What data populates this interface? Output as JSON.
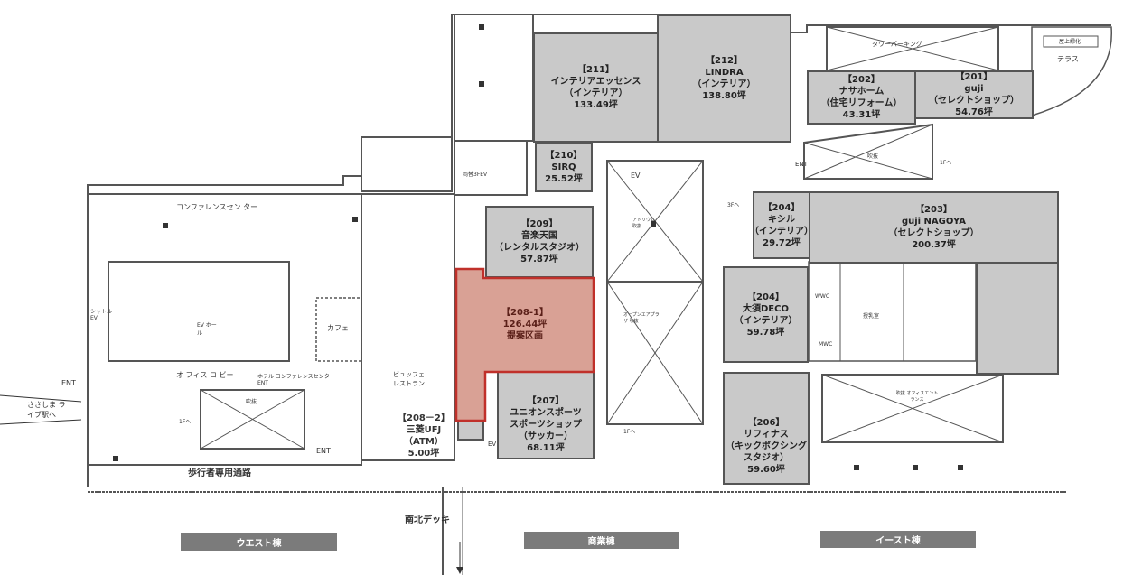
{
  "units": [
    {
      "id": "211",
      "no": "【211】",
      "name": "インテリアエッセンス",
      "type": "（インテリア）",
      "area": "133.49坪"
    },
    {
      "id": "212",
      "no": "【212】",
      "name": "LINDRA",
      "type": "（インテリア）",
      "area": "138.80坪"
    },
    {
      "id": "210",
      "no": "【210】",
      "name": "SIRQ",
      "type": "",
      "area": "25.52坪"
    },
    {
      "id": "202",
      "no": "【202】",
      "name": "ナサホーム",
      "type": "（住宅リフォーム）",
      "area": "43.31坪"
    },
    {
      "id": "201",
      "no": "【201】",
      "name": "guji",
      "type": "（セレクトショップ）",
      "area": "54.76坪"
    },
    {
      "id": "209",
      "no": "【209】",
      "name": "音楽天国",
      "type": "（レンタルスタジオ）",
      "area": "57.87坪"
    },
    {
      "id": "204a",
      "no": "【204】",
      "name": "キシル",
      "type": "（インテリア）",
      "area": "29.72坪"
    },
    {
      "id": "203",
      "no": "【203】",
      "name": "guji NAGOYA",
      "type": "（セレクトショップ）",
      "area": "200.37坪"
    },
    {
      "id": "204b",
      "no": "【204】",
      "name": "大須DECO",
      "type": "（インテリア）",
      "area": "59.78坪"
    },
    {
      "id": "207",
      "no": "【207】",
      "name": "ユニオンスポーツ",
      "type": "スポーツショップ",
      "type2": "（サッカー）",
      "area": "68.11坪"
    },
    {
      "id": "206",
      "no": "【206】",
      "name": "リフィナス",
      "type": "（キックボクシング",
      "type2": "スタジオ）",
      "area": "59.60坪"
    },
    {
      "id": "208-2",
      "no": "【208－2】",
      "name": "三菱UFJ",
      "type": "（ATM）",
      "area": "5.00坪"
    }
  ],
  "proposal": {
    "no": "【208-1】",
    "area": "126.44坪",
    "label": "提案区画",
    "fill": "#d9a195",
    "stroke": "#c0302a"
  },
  "labels": {
    "conference": "コンファレンスセン ター",
    "office_lobby": "オ フィス ロ ビー",
    "shuttle_ev": "シャトル EV",
    "ev_hall": "EV ホール",
    "cafe": "カフェ",
    "buffet": "ビュッフェ レストラン",
    "hotel_ent": "ホテル コンファレンスセンター ENT",
    "void": "吹抜",
    "to_1f": "1Fへ",
    "to_3f": "3Fへ",
    "ent": "ENT",
    "sasashima": "ささしま ライブ駅へ",
    "pedestrian": "歩行者専用通路",
    "north_south_deck": "南北デッキ",
    "ev": "EV",
    "ev_3f": "両替3FEV",
    "atrium": "アトリウム 吹抜",
    "open_air_plaza": "オープンエアプラザ 吹抜",
    "tower_parking": "タワーパーキング",
    "rooftop_green": "屋上緑化",
    "terrace": "テラス",
    "wwc": "WWC",
    "mwc": "MWC",
    "nursing": "授乳室",
    "office_entrance": "吹抜 オフィスエントランス"
  },
  "buildings": [
    "ウエスト棟",
    "商業棟",
    "イースト棟"
  ],
  "colors": {
    "unit_fill": "#c9c9c9",
    "tag_fill": "#7b7b7b"
  }
}
